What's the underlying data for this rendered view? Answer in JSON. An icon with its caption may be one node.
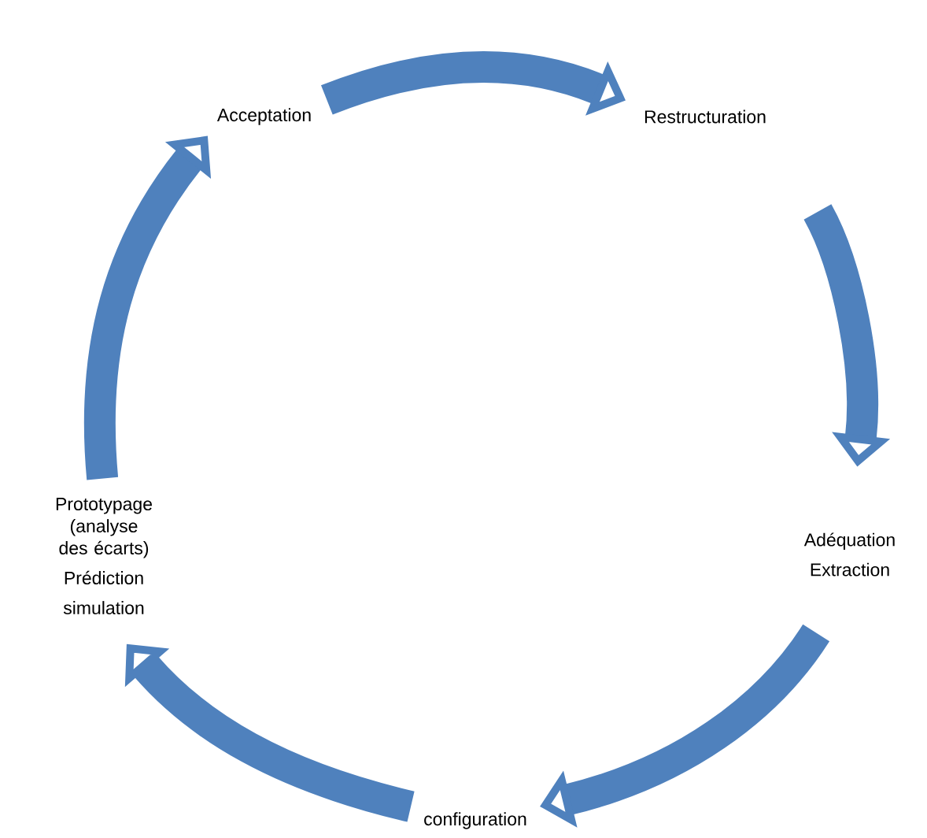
{
  "diagram": {
    "nodes": [
      {
        "text": [
          "Acceptation"
        ]
      },
      {
        "text": [
          "Restructuration"
        ]
      },
      {
        "text": [
          "Adéquation",
          "Extraction"
        ]
      },
      {
        "text": [
          "configuration"
        ]
      },
      {
        "text": [
          "Prototypage (analyse des écarts)",
          "Prédiction",
          "simulation"
        ]
      }
    ],
    "edges": [
      {
        "from": 0,
        "to": 1,
        "arrow": "to"
      },
      {
        "from": 1,
        "to": 2,
        "arrow": "to"
      },
      {
        "from": 2,
        "to": 3,
        "arrow": "to"
      },
      {
        "from": 3,
        "to": 4,
        "arrow": "to"
      },
      {
        "from": 4,
        "to": 0,
        "arrow": "to"
      }
    ]
  }
}
